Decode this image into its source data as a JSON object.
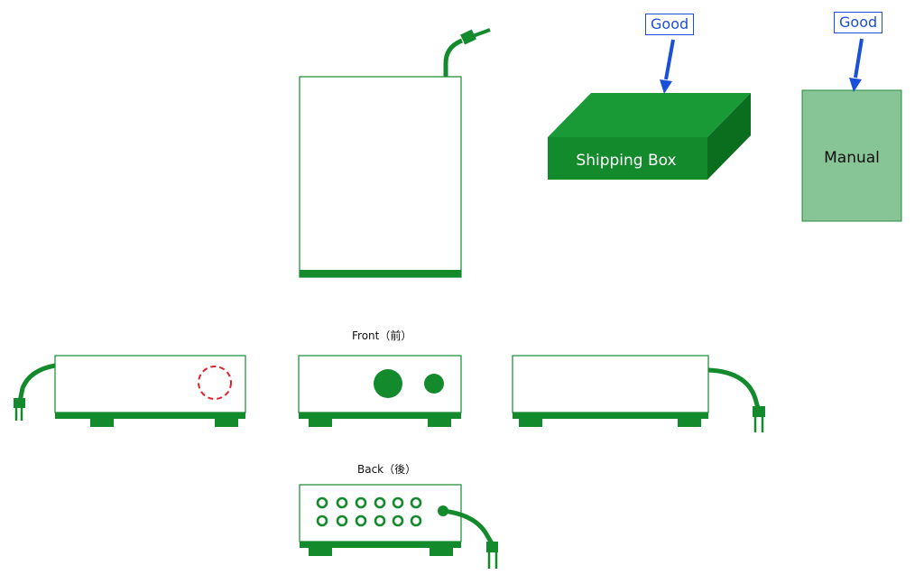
{
  "labels": {
    "shipping_box": "Shipping Box",
    "manual": "Manual",
    "good_1": "Good",
    "good_2": "Good",
    "front": "Front（前）",
    "back": "Back（後）"
  },
  "colors": {
    "green": "#138a2c",
    "green_dark": "#0b6e1f",
    "green_top": "#1a9a36",
    "manual_fill": "#87c597",
    "manual_border": "#2a8a45",
    "annotation_blue": "#1a4fd8",
    "marker_red": "#e0202a"
  }
}
